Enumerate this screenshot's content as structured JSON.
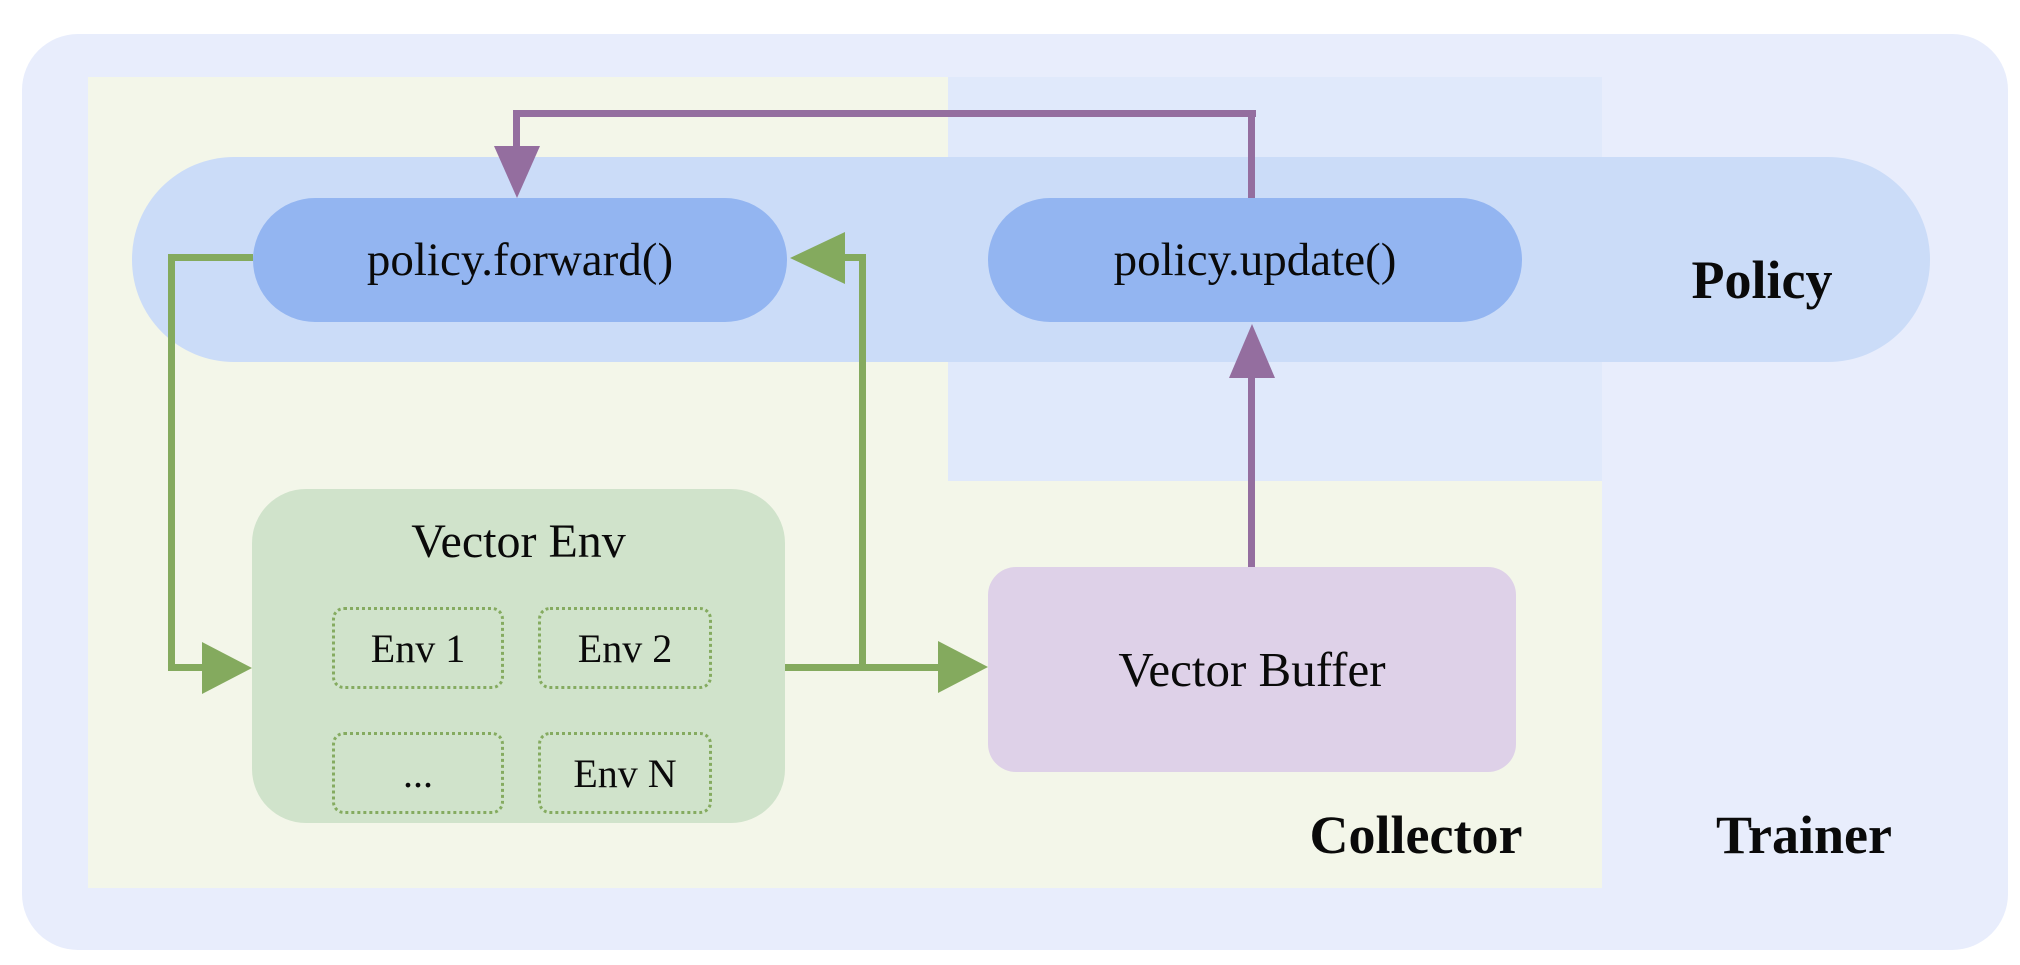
{
  "diagram": {
    "regions": {
      "trainer_label": "Trainer",
      "collector_label": "Collector",
      "policy_label": "Policy"
    },
    "nodes": {
      "policy_forward": "policy.forward()",
      "policy_update": "policy.update()",
      "vector_env_title": "Vector Env",
      "env_1": "Env 1",
      "env_2": "Env 2",
      "env_dots": "...",
      "env_n": "Env N",
      "vector_buffer": "Vector Buffer"
    },
    "edges": [
      {
        "from": "policy.forward()",
        "to": "Vector Env",
        "color": "green"
      },
      {
        "from": "Vector Env",
        "to": "Vector Buffer",
        "color": "green"
      },
      {
        "from": "Vector Env",
        "to": "policy.forward()",
        "color": "green"
      },
      {
        "from": "Vector Buffer",
        "to": "policy.update()",
        "color": "purple"
      },
      {
        "from": "policy.update()",
        "to": "policy.forward()",
        "color": "purple"
      }
    ],
    "colors": {
      "trainer_bg": "#e8edfc",
      "collector_bg": "#f3f6e9",
      "policy_block_bg": "#e0e9fb",
      "policy_band_bg": "#cbdcf8",
      "pill_bg": "#93b5f1",
      "vector_env_bg": "#d0e3cb",
      "env_border": "#85ab60",
      "vector_buffer_bg": "#ded1e8",
      "green_arrow": "#84aa5e",
      "purple_arrow": "#946e9f",
      "text": "#0a0a0a"
    }
  }
}
